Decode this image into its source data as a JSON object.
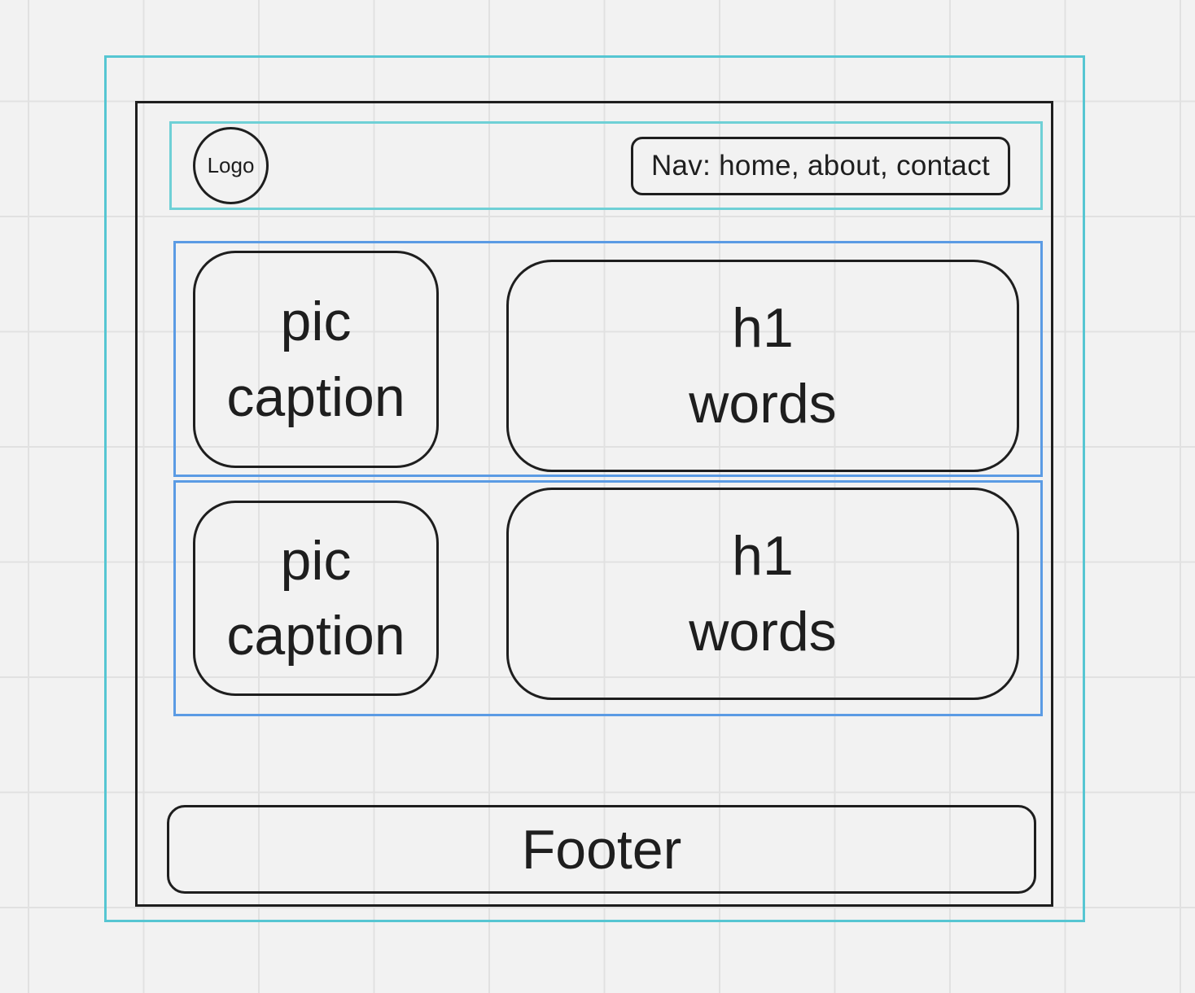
{
  "colors": {
    "canvas": "#f2f2f2",
    "grid": "#e1e1e1",
    "outer_frame": "#56c6d2",
    "header_frame": "#6fd0d6",
    "row_frame": "#5b9be4",
    "stroke": "#1e1e1e"
  },
  "header": {
    "logo": "Logo",
    "nav": "Nav: home, about, contact"
  },
  "rows": [
    {
      "pic": "pic",
      "caption": "caption",
      "heading": "h1",
      "words": "words"
    },
    {
      "pic": "pic",
      "caption": "caption",
      "heading": "h1",
      "words": "words"
    }
  ],
  "footer": "Footer"
}
